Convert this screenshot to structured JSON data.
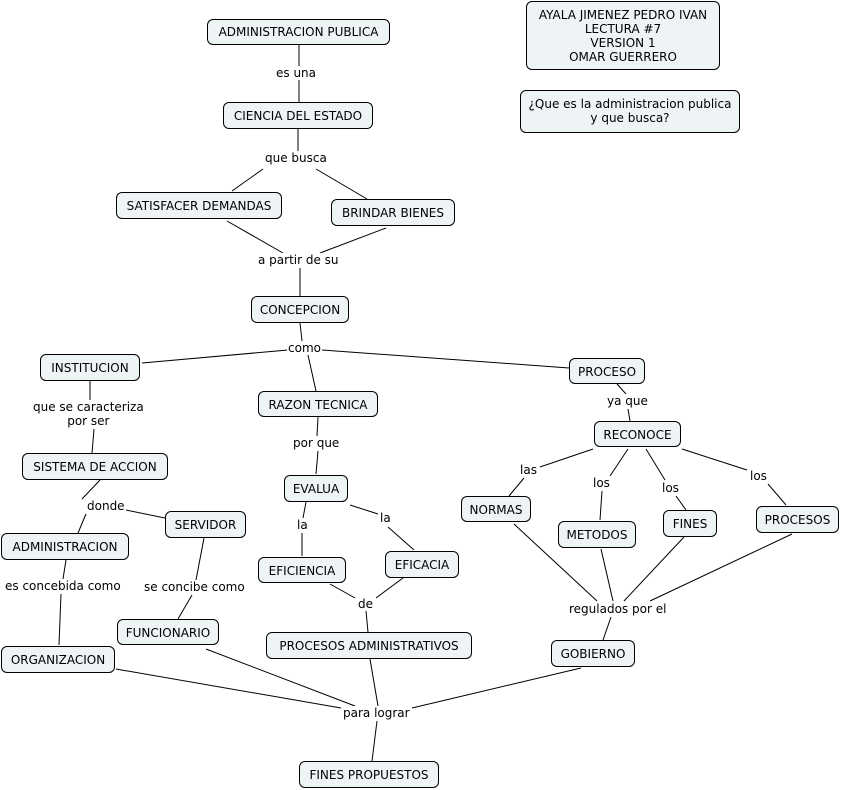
{
  "nodes": {
    "administracion_publica": "ADMINISTRACION PUBLICA",
    "author_line1": "AYALA JIMENEZ PEDRO IVAN",
    "author_line2": "LECTURA #7",
    "author_line3": "VERSION 1",
    "author_line4": "OMAR GUERRERO",
    "question_line1": "¿Que es la administracion publica",
    "question_line2": "y que busca?",
    "ciencia_del_estado": "CIENCIA DEL ESTADO",
    "satisfacer_demandas": "SATISFACER DEMANDAS",
    "brindar_bienes": "BRINDAR BIENES",
    "concepcion": "CONCEPCION",
    "institucion": "INSTITUCION",
    "proceso": "PROCESO",
    "razon_tecnica": "RAZON TECNICA",
    "reconoce": "RECONOCE",
    "sistema_de_accion": "SISTEMA DE ACCION",
    "evalua": "EVALUA",
    "normas": "NORMAS",
    "servidor": "SERVIDOR",
    "metodos": "METODOS",
    "fines": "FINES",
    "procesos": "PROCESOS",
    "administracion": "ADMINISTRACION",
    "eficiencia": "EFICIENCIA",
    "eficacia": "EFICACIA",
    "funcionario": "FUNCIONARIO",
    "procesos_administrativos": "PROCESOS ADMINISTRATIVOS",
    "gobierno": "GOBIERNO",
    "organizacion": "ORGANIZACION",
    "fines_propuestos": "FINES PROPUESTOS"
  },
  "links": {
    "es_una": "es una",
    "que_busca": "que busca",
    "a_partir_de_su": "a partir de su",
    "como": "como",
    "que_se_caracteriza_line1": "que se caracteriza",
    "que_se_caracteriza_line2": "por ser",
    "ya_que": "ya que",
    "por_que": "por que",
    "las": "las",
    "los_metodos": "los",
    "los_fines": "los",
    "los_procesos": "los",
    "donde": "donde",
    "la_eficiencia": "la",
    "la_eficacia": "la",
    "es_concebida_como": "es concebida como",
    "se_concibe_como": "se concibe como",
    "de": "de",
    "regulados_por_el": "regulados por el",
    "para_lograr": "para lograr"
  }
}
